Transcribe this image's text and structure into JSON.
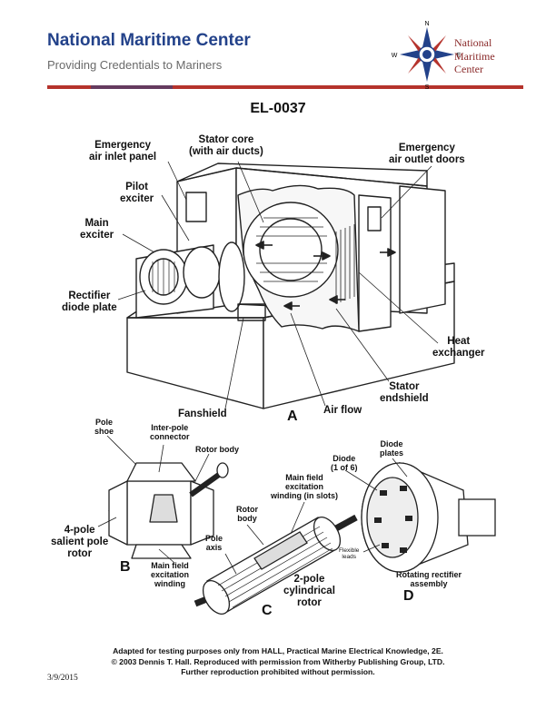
{
  "header": {
    "title": "National Maritime Center",
    "subtitle": "Providing Credentials to Mariners",
    "logo_line1": "National",
    "logo_line2": "Maritime",
    "logo_line3": "Center",
    "compass": {
      "n": "N",
      "w": "W",
      "e": "E",
      "s": "S"
    }
  },
  "doc_id": "EL-0037",
  "figure_a": {
    "letter": "A",
    "emergency_inlet_1": "Emergency",
    "emergency_inlet_2": "air inlet panel",
    "stator_core_1": "Stator core",
    "stator_core_2": "(with air ducts)",
    "emergency_outlet_1": "Emergency",
    "emergency_outlet_2": "air outlet doors",
    "pilot_1": "Pilot",
    "pilot_2": "exciter",
    "main_exciter_1": "Main",
    "main_exciter_2": "exciter",
    "rectifier_1": "Rectifier",
    "rectifier_2": "diode plate",
    "heat_1": "Heat",
    "heat_2": "exchanger",
    "stator_end_1": "Stator",
    "stator_end_2": "endshield",
    "fanshield": "Fanshield",
    "air_flow": "Air flow"
  },
  "figure_b": {
    "letter": "B",
    "pole_shoe_1": "Pole",
    "pole_shoe_2": "shoe",
    "interpole_1": "Inter-pole",
    "interpole_2": "connector",
    "rotor_body": "Rotor body",
    "four_pole_1": "4-pole",
    "four_pole_2": "salient pole",
    "four_pole_3": "rotor",
    "main_field_1": "Main field",
    "main_field_2": "excitation",
    "main_field_3": "winding"
  },
  "figure_c": {
    "letter": "C",
    "winding_1": "Main field",
    "winding_2": "excitation",
    "winding_3": "winding (in slots)",
    "rotor_body_1": "Rotor",
    "rotor_body_2": "body",
    "pole_axis_1": "Pole",
    "pole_axis_2": "axis",
    "two_pole_1": "2-pole",
    "two_pole_2": "cylindrical",
    "two_pole_3": "rotor"
  },
  "figure_d": {
    "letter": "D",
    "diode_plates_1": "Diode",
    "diode_plates_2": "plates",
    "diode_1": "Diode",
    "diode_2": "(1 of 6)",
    "flexible_1": "Flexible",
    "flexible_2": "leads",
    "rotating_1": "Rotating rectifier",
    "rotating_2": "assembly"
  },
  "footer": {
    "line1": "Adapted for testing purposes only from HALL, Practical Marine Electrical Knowledge, 2E.",
    "line2": "© 2003 Dennis T. Hall. Reproduced with permission from Witherby Publishing Group, LTD.",
    "line3": "Further reproduction prohibited without permission.",
    "date": "3/9/2015"
  },
  "colors": {
    "brand_blue": "#23428a",
    "brand_red": "#b5332c",
    "line_art": "#222222"
  }
}
